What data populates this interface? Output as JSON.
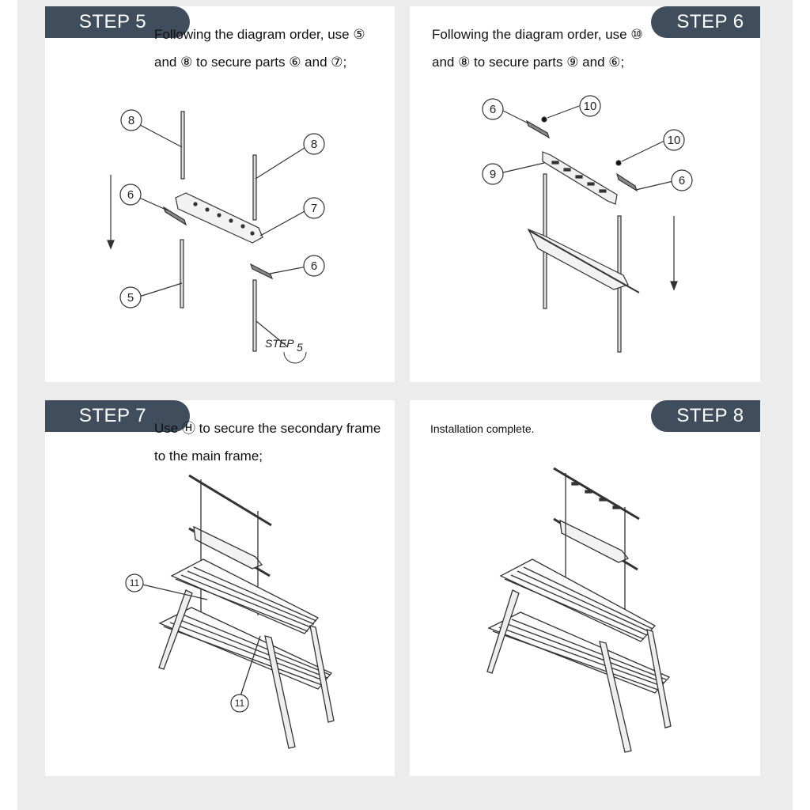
{
  "steps": [
    {
      "badge": "STEP 5",
      "lines": [
        "Following the diagram order, use ⑤",
        "and ⑧ to secure parts ⑥ and ⑦;"
      ],
      "callouts": [
        "8",
        "8",
        "6",
        "7",
        "5",
        "6"
      ],
      "inline_label": "STEP",
      "inline_label_num": "5"
    },
    {
      "badge": "STEP 6",
      "lines": [
        "Following the diagram order, use ⑩",
        "and ⑧ to secure parts ⑨ and ⑥;"
      ],
      "callouts": [
        "6",
        "10",
        "10",
        "9",
        "6"
      ]
    },
    {
      "badge": "STEP 7",
      "lines": [
        "Use Ⓗ to secure the secondary frame",
        "to the main frame;"
      ],
      "callouts": [
        "11",
        "11"
      ]
    },
    {
      "badge": "STEP 8",
      "lines": [
        "Installation complete."
      ]
    }
  ],
  "colors": {
    "badge_bg": "#3f4d5c",
    "badge_text": "#ffffff",
    "panel_bg": "#ffffff",
    "page_bg": "#ececec"
  },
  "icons": [
    "down-arrow-icon"
  ]
}
